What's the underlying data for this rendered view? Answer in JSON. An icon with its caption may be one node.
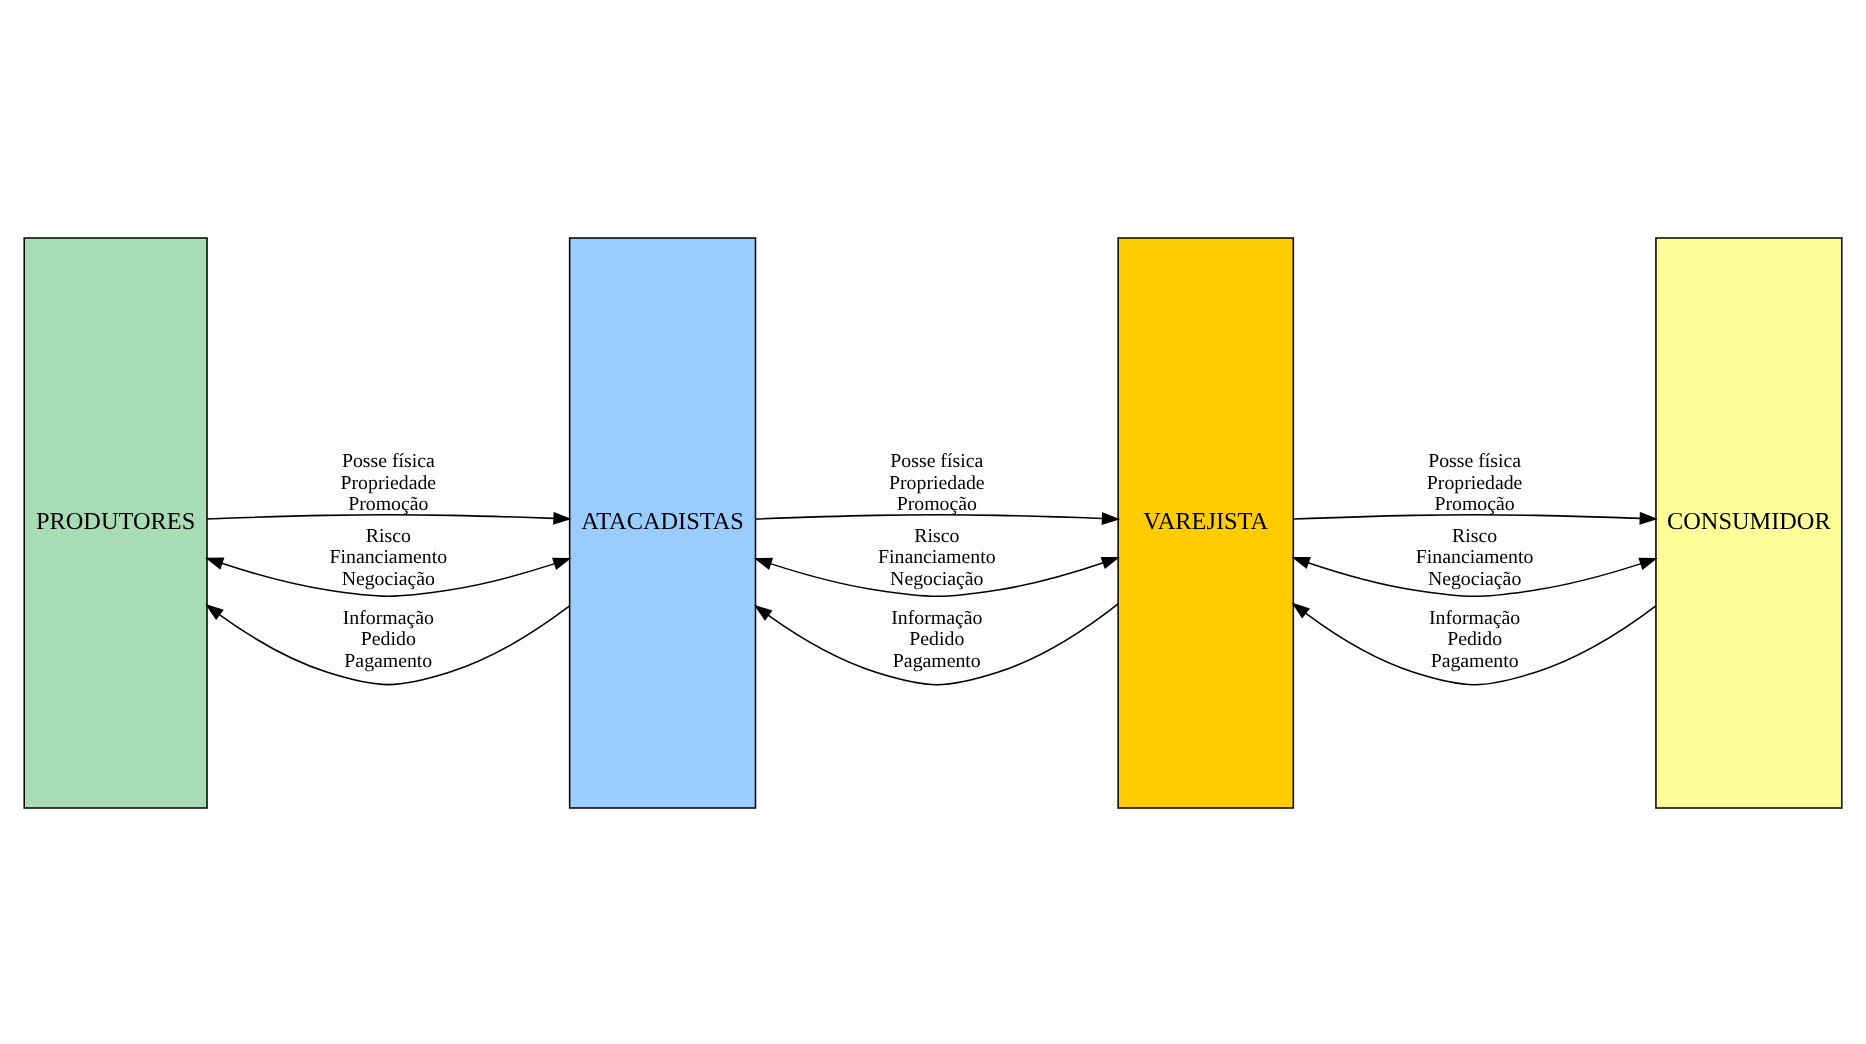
{
  "diagram": {
    "nodes": [
      {
        "text": [
          "PRODUTORES"
        ]
      },
      {
        "text": [
          "ATACADISTAS"
        ]
      },
      {
        "text": [
          "VAREJISTA"
        ]
      },
      {
        "text": [
          "CONSUMIDOR"
        ]
      }
    ],
    "edges": [
      {
        "from": 0,
        "to": 1,
        "arrow": "to",
        "label": "Posse física Propriedade Promoção"
      },
      {
        "from": 0,
        "to": 1,
        "arrow": "both",
        "label": "Risco Financiamento Negociação"
      },
      {
        "from": 1,
        "to": 0,
        "arrow": "to",
        "label": "Informação Pedido Pagamento"
      },
      {
        "from": 1,
        "to": 2,
        "arrow": "to",
        "label": "Posse física Propriedade Promoção"
      },
      {
        "from": 1,
        "to": 2,
        "arrow": "both",
        "label": "Risco Financiamento Negociação"
      },
      {
        "from": 2,
        "to": 1,
        "arrow": "to",
        "label": "Informação Pedido Pagamento"
      },
      {
        "from": 2,
        "to": 3,
        "arrow": "to",
        "label": "Posse física Propriedade Promoção"
      },
      {
        "from": 2,
        "to": 3,
        "arrow": "both",
        "label": "Risco Financiamento Negociação"
      },
      {
        "from": 3,
        "to": 2,
        "arrow": "to",
        "label": "Informação Pedido Pagamento"
      }
    ]
  }
}
